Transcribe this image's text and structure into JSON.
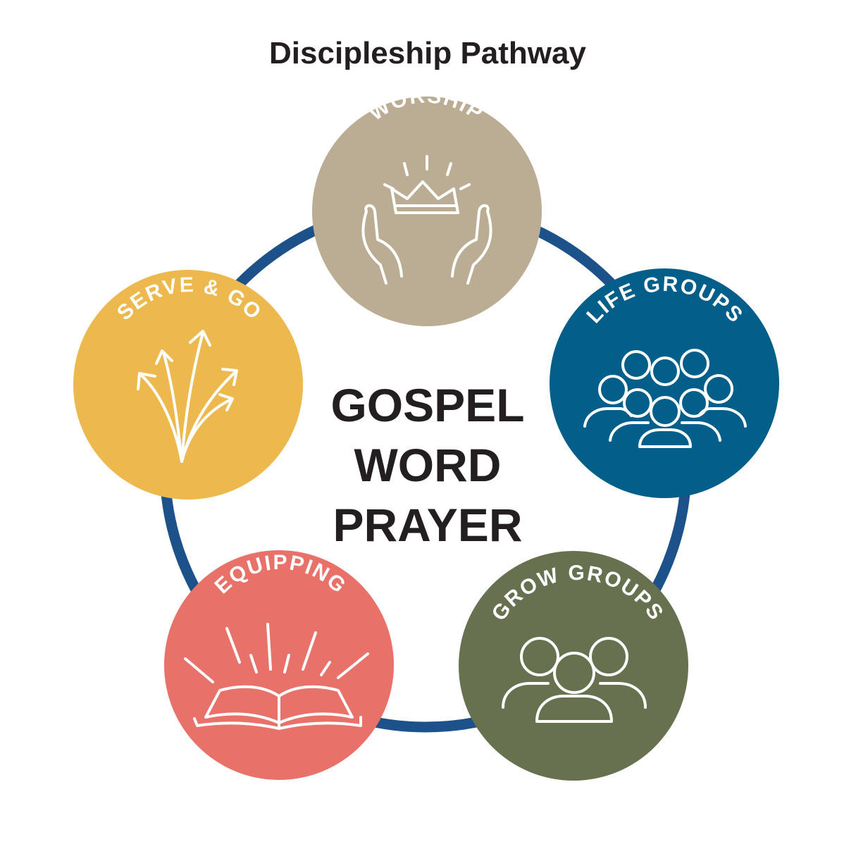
{
  "title": "Discipleship Pathway",
  "center": {
    "lines": [
      "GOSPEL",
      "WORD",
      "PRAYER"
    ]
  },
  "ring_color": "#1c5189",
  "nodes": [
    {
      "id": "worship",
      "label": "WORSHIP",
      "color": "#bbad94",
      "icon": "hands-crown-icon"
    },
    {
      "id": "life-groups",
      "label": "LIFE GROUPS",
      "color": "#035e8a",
      "icon": "crowd-icon"
    },
    {
      "id": "grow-groups",
      "label": "GROW GROUPS",
      "color": "#67704f",
      "icon": "three-people-icon"
    },
    {
      "id": "equipping",
      "label": "EQUIPPING",
      "color": "#e8716a",
      "icon": "open-book-icon"
    },
    {
      "id": "serve-go",
      "label": "SERVE & GO",
      "color": "#edb94e",
      "icon": "arrows-icon"
    }
  ]
}
